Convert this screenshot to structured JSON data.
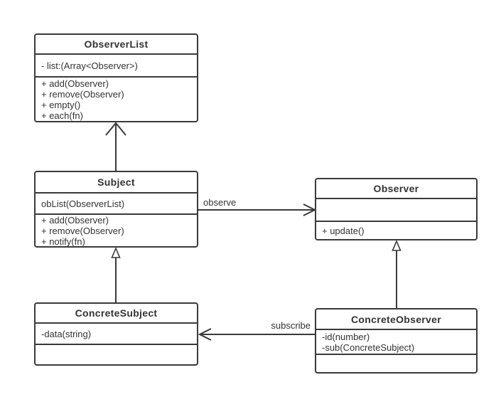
{
  "colors": {
    "line": "#3a3a3a",
    "text": "#333333",
    "background": "#ffffff",
    "box_fill": "#ffffff"
  },
  "classes": {
    "observer_list": {
      "name": "ObserverList",
      "attributes": [
        "- list:(Array<Observer>)"
      ],
      "methods": [
        "+ add(Observer)",
        "+ remove(Observer)",
        "+ empty()",
        "+ each(fn)"
      ]
    },
    "subject": {
      "name": "Subject",
      "attributes": [
        "obList(ObserverList)"
      ],
      "methods": [
        "+ add(Observer)",
        "+ remove(Observer)",
        "+ notify(fn)"
      ]
    },
    "observer": {
      "name": "Observer",
      "attributes": [],
      "methods": [
        "+ update()"
      ]
    },
    "concrete_subject": {
      "name": "ConcreteSubject",
      "attributes": [
        "-data(string)"
      ],
      "methods": []
    },
    "concrete_observer": {
      "name": "ConcreteObserver",
      "attributes": [
        "-id(number)",
        "-sub(ConcreteSubject)"
      ],
      "methods": []
    }
  },
  "relationships": {
    "observe": {
      "label": "observe",
      "from": "Subject",
      "to": "Observer",
      "arrow": "open-chevron"
    },
    "subscribe": {
      "label": "subscribe",
      "from": "ConcreteObserver",
      "to": "ConcreteSubject",
      "arrow": "open-chevron"
    },
    "subject_to_observerlist": {
      "from": "Subject",
      "to": "ObserverList",
      "arrow": "open-chevron"
    },
    "concretesubject_extends_subject": {
      "from": "ConcreteSubject",
      "to": "Subject",
      "arrow": "hollow-triangle"
    },
    "concreteobserver_extends_observer": {
      "from": "ConcreteObserver",
      "to": "Observer",
      "arrow": "hollow-triangle"
    }
  }
}
